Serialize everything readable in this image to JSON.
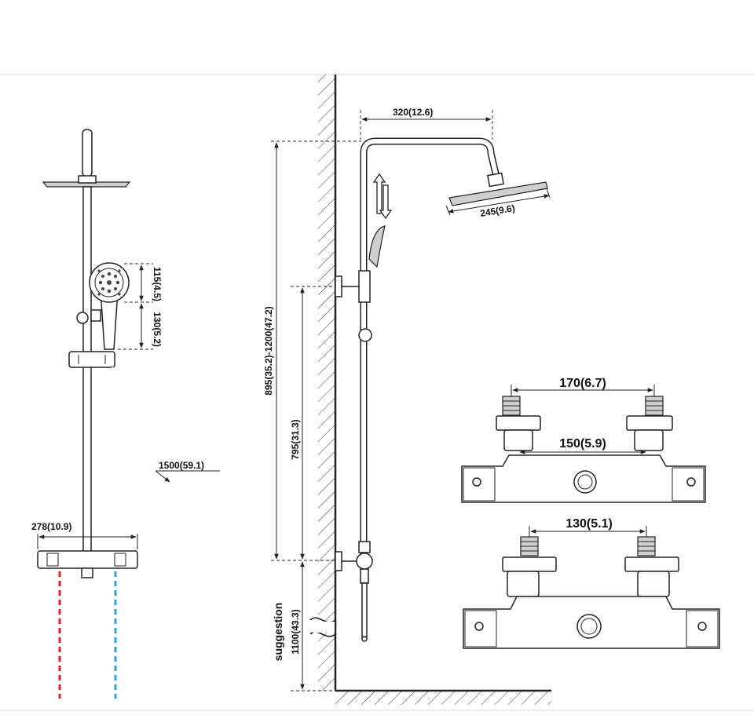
{
  "front_view": {
    "hose_length": "1500(59.1)",
    "bar_width": "278(10.9)",
    "hand_shower_head_height": "115(4.5)",
    "hand_shower_handle_height": "130(5.2)",
    "hot_line_color": "#e0202a",
    "cold_line_color": "#2aa0e0"
  },
  "side_view": {
    "arm_reach": "320(12.6)",
    "head_diameter": "245(9.6)",
    "height_range": "895(35.2)-1200(47.2)",
    "bracket_spacing": "795(31.3)",
    "mount_height": "1100(43.3)",
    "suggestion_label": "suggestion",
    "adjust_arrow_icon": "up-down-arrows-icon"
  },
  "valve_top": {
    "outer_spacing": "170(6.7)",
    "inner_spacing": "150(5.9)"
  },
  "valve_bottom": {
    "spacing": "130(5.1)"
  }
}
